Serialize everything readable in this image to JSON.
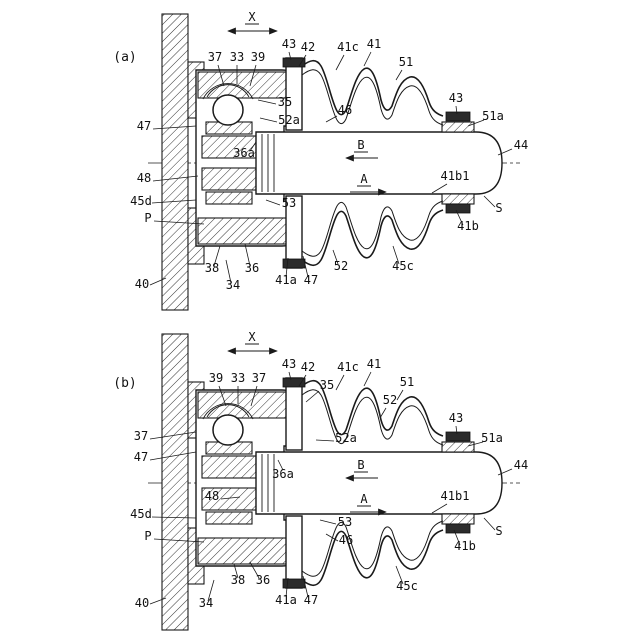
{
  "figure": {
    "ink_color": "#1a1a1a",
    "background_color": "#ffffff",
    "views": {
      "a": {
        "labels": [
          "X",
          "(a)",
          "37",
          "33",
          "39",
          "43",
          "42",
          "41c",
          "41",
          "51",
          "35",
          "52a",
          "46",
          "47",
          "36a",
          "B",
          "44",
          "A",
          "41b1",
          "48",
          "45d",
          "53",
          "S",
          "41b",
          "P",
          "38",
          "36",
          "34",
          "41a",
          "47",
          "52",
          "45c",
          "40",
          "51a",
          "43"
        ]
      },
      "b": {
        "labels": [
          "X",
          "(b)",
          "39",
          "33",
          "37",
          "43",
          "42",
          "41c",
          "41",
          "35",
          "51",
          "52",
          "43",
          "51a",
          "37",
          "47",
          "52a",
          "B",
          "44",
          "36a",
          "A",
          "48",
          "41b1",
          "45d",
          "53",
          "P",
          "46",
          "S",
          "41b",
          "38",
          "36",
          "34",
          "41a",
          "47",
          "45c",
          "40"
        ]
      }
    }
  }
}
